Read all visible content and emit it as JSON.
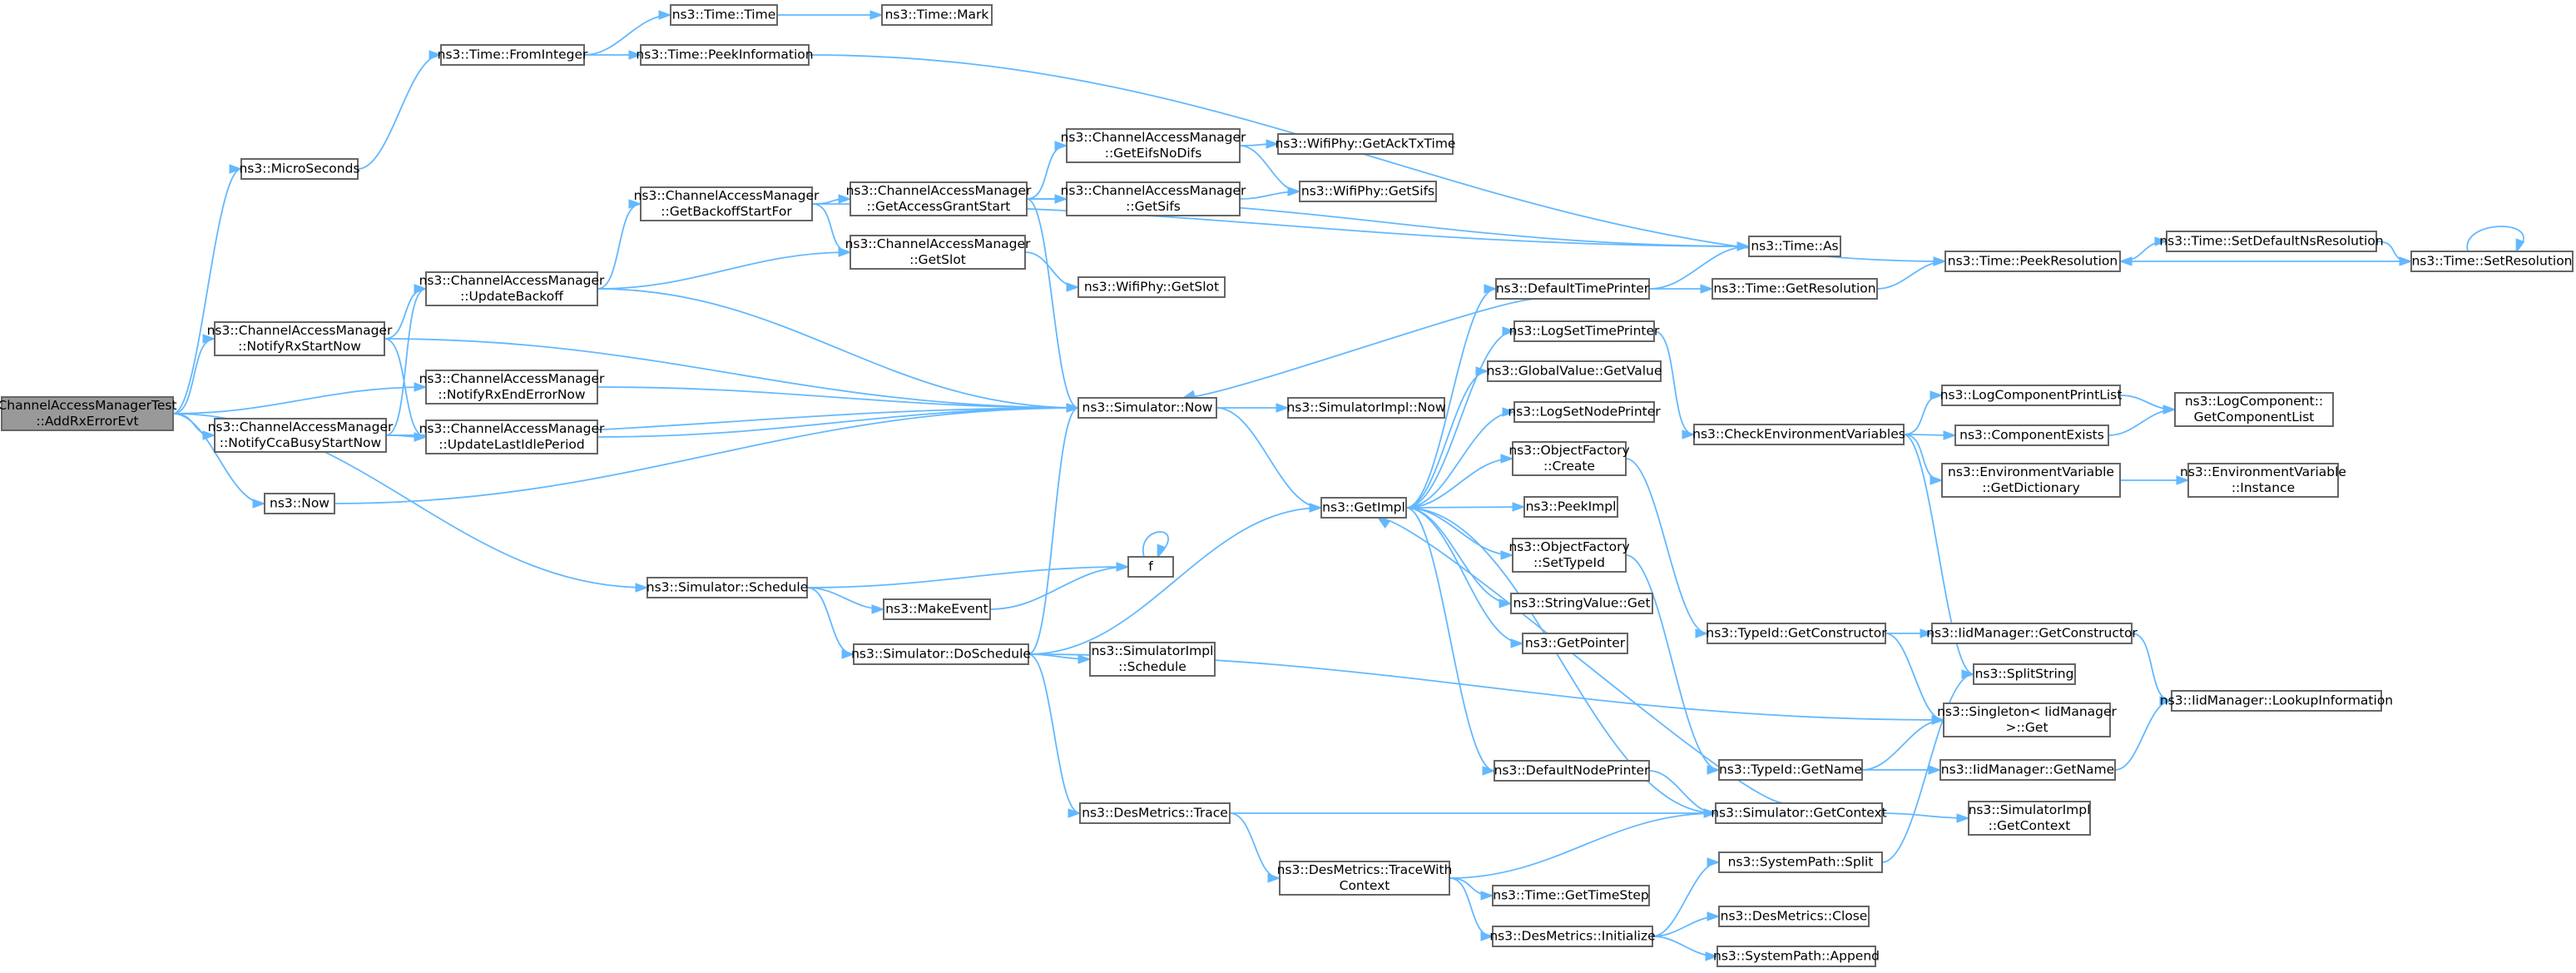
{
  "nodes": [
    {
      "id": "root",
      "lines": [
        "ChannelAccessManagerTest",
        "::AddRxErrorEvt"
      ],
      "root": true
    },
    {
      "id": "microseconds",
      "lines": [
        "ns3::MicroSeconds"
      ]
    },
    {
      "id": "frominteger",
      "lines": [
        "ns3::Time::FromInteger"
      ]
    },
    {
      "id": "timetime",
      "lines": [
        "ns3::Time::Time"
      ]
    },
    {
      "id": "timemark",
      "lines": [
        "ns3::Time::Mark"
      ]
    },
    {
      "id": "peekinfo",
      "lines": [
        "ns3::Time::PeekInformation"
      ]
    },
    {
      "id": "notifyrxstart",
      "lines": [
        "ns3::ChannelAccessManager",
        "::NotifyRxStartNow"
      ]
    },
    {
      "id": "updatebackoff",
      "lines": [
        "ns3::ChannelAccessManager",
        "::UpdateBackoff"
      ]
    },
    {
      "id": "getbackoffstart",
      "lines": [
        "ns3::ChannelAccessManager",
        "::GetBackoffStartFor"
      ]
    },
    {
      "id": "getaccessgrant",
      "lines": [
        "ns3::ChannelAccessManager",
        "::GetAccessGrantStart"
      ]
    },
    {
      "id": "geteifs",
      "lines": [
        "ns3::ChannelAccessManager",
        "::GetEifsNoDifs"
      ]
    },
    {
      "id": "getacktx",
      "lines": [
        "ns3::WifiPhy::GetAckTxTime"
      ]
    },
    {
      "id": "cam_getsifs",
      "lines": [
        "ns3::ChannelAccessManager",
        "::GetSifs"
      ]
    },
    {
      "id": "wifi_getsifs",
      "lines": [
        "ns3::WifiPhy::GetSifs"
      ]
    },
    {
      "id": "cam_getslot",
      "lines": [
        "ns3::ChannelAccessManager",
        "::GetSlot"
      ]
    },
    {
      "id": "wifi_getslot",
      "lines": [
        "ns3::WifiPhy::GetSlot"
      ]
    },
    {
      "id": "timeas",
      "lines": [
        "ns3::Time::As"
      ]
    },
    {
      "id": "notifyrxend",
      "lines": [
        "ns3::ChannelAccessManager",
        "::NotifyRxEndErrorNow"
      ]
    },
    {
      "id": "notifycca",
      "lines": [
        "ns3::ChannelAccessManager",
        "::NotifyCcaBusyStartNow"
      ]
    },
    {
      "id": "updatelastidle",
      "lines": [
        "ns3::ChannelAccessManager",
        "::UpdateLastIdlePeriod"
      ]
    },
    {
      "id": "simnow",
      "lines": [
        "ns3::Simulator::Now"
      ]
    },
    {
      "id": "simimplnow",
      "lines": [
        "ns3::SimulatorImpl::Now"
      ]
    },
    {
      "id": "ns3now",
      "lines": [
        "ns3::Now"
      ]
    },
    {
      "id": "getimpl",
      "lines": [
        "ns3::GetImpl"
      ]
    },
    {
      "id": "schedule",
      "lines": [
        "ns3::Simulator::Schedule"
      ]
    },
    {
      "id": "makeevent",
      "lines": [
        "ns3::MakeEvent"
      ]
    },
    {
      "id": "f",
      "lines": [
        "f"
      ]
    },
    {
      "id": "doschedule",
      "lines": [
        "ns3::Simulator::DoSchedule"
      ]
    },
    {
      "id": "simimplschedule",
      "lines": [
        "ns3::SimulatorImpl",
        "::Schedule"
      ]
    },
    {
      "id": "destrace",
      "lines": [
        "ns3::DesMetrics::Trace"
      ]
    },
    {
      "id": "destracewith",
      "lines": [
        "ns3::DesMetrics::TraceWith",
        "Context"
      ]
    },
    {
      "id": "gettimestep",
      "lines": [
        "ns3::Time::GetTimeStep"
      ]
    },
    {
      "id": "desinit",
      "lines": [
        "ns3::DesMetrics::Initialize"
      ]
    },
    {
      "id": "defaulttimeprinter",
      "lines": [
        "ns3::DefaultTimePrinter"
      ]
    },
    {
      "id": "logsettimeprinter",
      "lines": [
        "ns3::LogSetTimePrinter"
      ]
    },
    {
      "id": "globalvalueget",
      "lines": [
        "ns3::GlobalValue::GetValue"
      ]
    },
    {
      "id": "logsetnodeprinter",
      "lines": [
        "ns3::LogSetNodePrinter"
      ]
    },
    {
      "id": "objfactorycreate",
      "lines": [
        "ns3::ObjectFactory",
        "::Create"
      ]
    },
    {
      "id": "peekimpl",
      "lines": [
        "ns3::PeekImpl"
      ]
    },
    {
      "id": "objfactorysettid",
      "lines": [
        "ns3::ObjectFactory",
        "::SetTypeId"
      ]
    },
    {
      "id": "stringvalueget",
      "lines": [
        "ns3::StringValue::Get"
      ]
    },
    {
      "id": "getpointer",
      "lines": [
        "ns3::GetPointer"
      ]
    },
    {
      "id": "defaultnodeprinter",
      "lines": [
        "ns3::DefaultNodePrinter"
      ]
    },
    {
      "id": "getresolution",
      "lines": [
        "ns3::Time::GetResolution"
      ]
    },
    {
      "id": "peekresolution",
      "lines": [
        "ns3::Time::PeekResolution"
      ]
    },
    {
      "id": "setdefaultns",
      "lines": [
        "ns3::Time::SetDefaultNsResolution"
      ]
    },
    {
      "id": "setresolution",
      "lines": [
        "ns3::Time::SetResolution"
      ]
    },
    {
      "id": "checkenv",
      "lines": [
        "ns3::CheckEnvironmentVariables"
      ]
    },
    {
      "id": "logcompprintlist",
      "lines": [
        "ns3::LogComponentPrintList"
      ]
    },
    {
      "id": "componentexists",
      "lines": [
        "ns3::ComponentExists"
      ]
    },
    {
      "id": "getcomponentlist",
      "lines": [
        "ns3::LogComponent::",
        "GetComponentList"
      ]
    },
    {
      "id": "envgetdict",
      "lines": [
        "ns3::EnvironmentVariable",
        "::GetDictionary"
      ]
    },
    {
      "id": "envinstance",
      "lines": [
        "ns3::EnvironmentVariable",
        "::Instance"
      ]
    },
    {
      "id": "typeidgetctor",
      "lines": [
        "ns3::TypeId::GetConstructor"
      ]
    },
    {
      "id": "iidgetctor",
      "lines": [
        "ns3::IidManager::GetConstructor"
      ]
    },
    {
      "id": "splitstring",
      "lines": [
        "ns3::SplitString"
      ]
    },
    {
      "id": "singletonget",
      "lines": [
        "ns3::Singleton< IidManager",
        ">::Get"
      ]
    },
    {
      "id": "iidlookup",
      "lines": [
        "ns3::IidManager::LookupInformation"
      ]
    },
    {
      "id": "typeidgetname",
      "lines": [
        "ns3::TypeId::GetName"
      ]
    },
    {
      "id": "iidgetname",
      "lines": [
        "ns3::IidManager::GetName"
      ]
    },
    {
      "id": "simgetcontext",
      "lines": [
        "ns3::Simulator::GetContext"
      ]
    },
    {
      "id": "simimplgetcontext",
      "lines": [
        "ns3::SimulatorImpl",
        "::GetContext"
      ]
    },
    {
      "id": "syspathsplit",
      "lines": [
        "ns3::SystemPath::Split"
      ]
    },
    {
      "id": "desclose",
      "lines": [
        "ns3::DesMetrics::Close"
      ]
    },
    {
      "id": "syspathappend",
      "lines": [
        "ns3::SystemPath::Append"
      ]
    }
  ],
  "edges": [
    [
      "root",
      "microseconds"
    ],
    [
      "root",
      "notifyrxstart"
    ],
    [
      "root",
      "notifyrxend"
    ],
    [
      "root",
      "notifycca"
    ],
    [
      "root",
      "ns3now"
    ],
    [
      "root",
      "schedule"
    ],
    [
      "microseconds",
      "frominteger"
    ],
    [
      "frominteger",
      "timetime"
    ],
    [
      "frominteger",
      "peekinfo"
    ],
    [
      "timetime",
      "timemark"
    ],
    [
      "peekinfo",
      "peekresolution"
    ],
    [
      "notifyrxstart",
      "updatebackoff"
    ],
    [
      "notifyrxstart",
      "simnow"
    ],
    [
      "notifyrxstart",
      "updatelastidle"
    ],
    [
      "updatebackoff",
      "getbackoffstart"
    ],
    [
      "updatebackoff",
      "cam_getslot"
    ],
    [
      "updatebackoff",
      "simnow"
    ],
    [
      "getbackoffstart",
      "getaccessgrant"
    ],
    [
      "getbackoffstart",
      "timeas"
    ],
    [
      "getbackoffstart",
      "cam_getslot"
    ],
    [
      "getaccessgrant",
      "geteifs"
    ],
    [
      "getaccessgrant",
      "cam_getsifs"
    ],
    [
      "getaccessgrant",
      "timeas"
    ],
    [
      "getaccessgrant",
      "simnow"
    ],
    [
      "geteifs",
      "getacktx"
    ],
    [
      "geteifs",
      "wifi_getsifs"
    ],
    [
      "cam_getsifs",
      "wifi_getsifs"
    ],
    [
      "cam_getslot",
      "wifi_getslot"
    ],
    [
      "notifyrxend",
      "simnow"
    ],
    [
      "notifycca",
      "updatebackoff"
    ],
    [
      "notifycca",
      "updatelastidle"
    ],
    [
      "notifycca",
      "simnow"
    ],
    [
      "updatelastidle",
      "simnow"
    ],
    [
      "ns3now",
      "simnow"
    ],
    [
      "simnow",
      "simimplnow"
    ],
    [
      "simnow",
      "getimpl"
    ],
    [
      "schedule",
      "f"
    ],
    [
      "schedule",
      "makeevent"
    ],
    [
      "schedule",
      "doschedule"
    ],
    [
      "makeevent",
      "f"
    ],
    [
      "f",
      "f"
    ],
    [
      "doschedule",
      "simnow"
    ],
    [
      "doschedule",
      "getimpl"
    ],
    [
      "doschedule",
      "simimplschedule"
    ],
    [
      "doschedule",
      "singletonget"
    ],
    [
      "doschedule",
      "destrace"
    ],
    [
      "destrace",
      "simgetcontext"
    ],
    [
      "destrace",
      "destracewith"
    ],
    [
      "destracewith",
      "simgetcontext"
    ],
    [
      "destracewith",
      "gettimestep"
    ],
    [
      "destracewith",
      "desinit"
    ],
    [
      "desinit",
      "syspathsplit"
    ],
    [
      "desinit",
      "desclose"
    ],
    [
      "desinit",
      "syspathappend"
    ],
    [
      "getimpl",
      "defaulttimeprinter"
    ],
    [
      "getimpl",
      "logsettimeprinter"
    ],
    [
      "getimpl",
      "globalvalueget"
    ],
    [
      "getimpl",
      "logsetnodeprinter"
    ],
    [
      "getimpl",
      "objfactorycreate"
    ],
    [
      "getimpl",
      "peekimpl"
    ],
    [
      "getimpl",
      "objfactorysettid"
    ],
    [
      "getimpl",
      "stringvalueget"
    ],
    [
      "getimpl",
      "getpointer"
    ],
    [
      "getimpl",
      "defaultnodeprinter"
    ],
    [
      "getimpl",
      "simgetcontext"
    ],
    [
      "defaulttimeprinter",
      "simnow"
    ],
    [
      "defaulttimeprinter",
      "timeas"
    ],
    [
      "defaulttimeprinter",
      "getresolution"
    ],
    [
      "getresolution",
      "peekresolution"
    ],
    [
      "peekresolution",
      "setdefaultns"
    ],
    [
      "setdefaultns",
      "setresolution"
    ],
    [
      "setresolution",
      "peekresolution"
    ],
    [
      "setresolution",
      "setresolution"
    ],
    [
      "logsettimeprinter",
      "checkenv"
    ],
    [
      "checkenv",
      "logcompprintlist"
    ],
    [
      "checkenv",
      "componentexists"
    ],
    [
      "checkenv",
      "envgetdict"
    ],
    [
      "checkenv",
      "splitstring"
    ],
    [
      "logcompprintlist",
      "getcomponentlist"
    ],
    [
      "componentexists",
      "getcomponentlist"
    ],
    [
      "envgetdict",
      "envinstance"
    ],
    [
      "objfactorycreate",
      "typeidgetctor"
    ],
    [
      "typeidgetctor",
      "iidgetctor"
    ],
    [
      "typeidgetctor",
      "singletonget"
    ],
    [
      "iidgetctor",
      "iidlookup"
    ],
    [
      "objfactorysettid",
      "typeidgetname"
    ],
    [
      "typeidgetname",
      "singletonget"
    ],
    [
      "typeidgetname",
      "iidgetname"
    ],
    [
      "iidgetname",
      "iidlookup"
    ],
    [
      "defaultnodeprinter",
      "simgetcontext"
    ],
    [
      "simgetcontext",
      "getimpl"
    ],
    [
      "simgetcontext",
      "simimplgetcontext"
    ],
    [
      "syspathsplit",
      "splitstring"
    ]
  ]
}
